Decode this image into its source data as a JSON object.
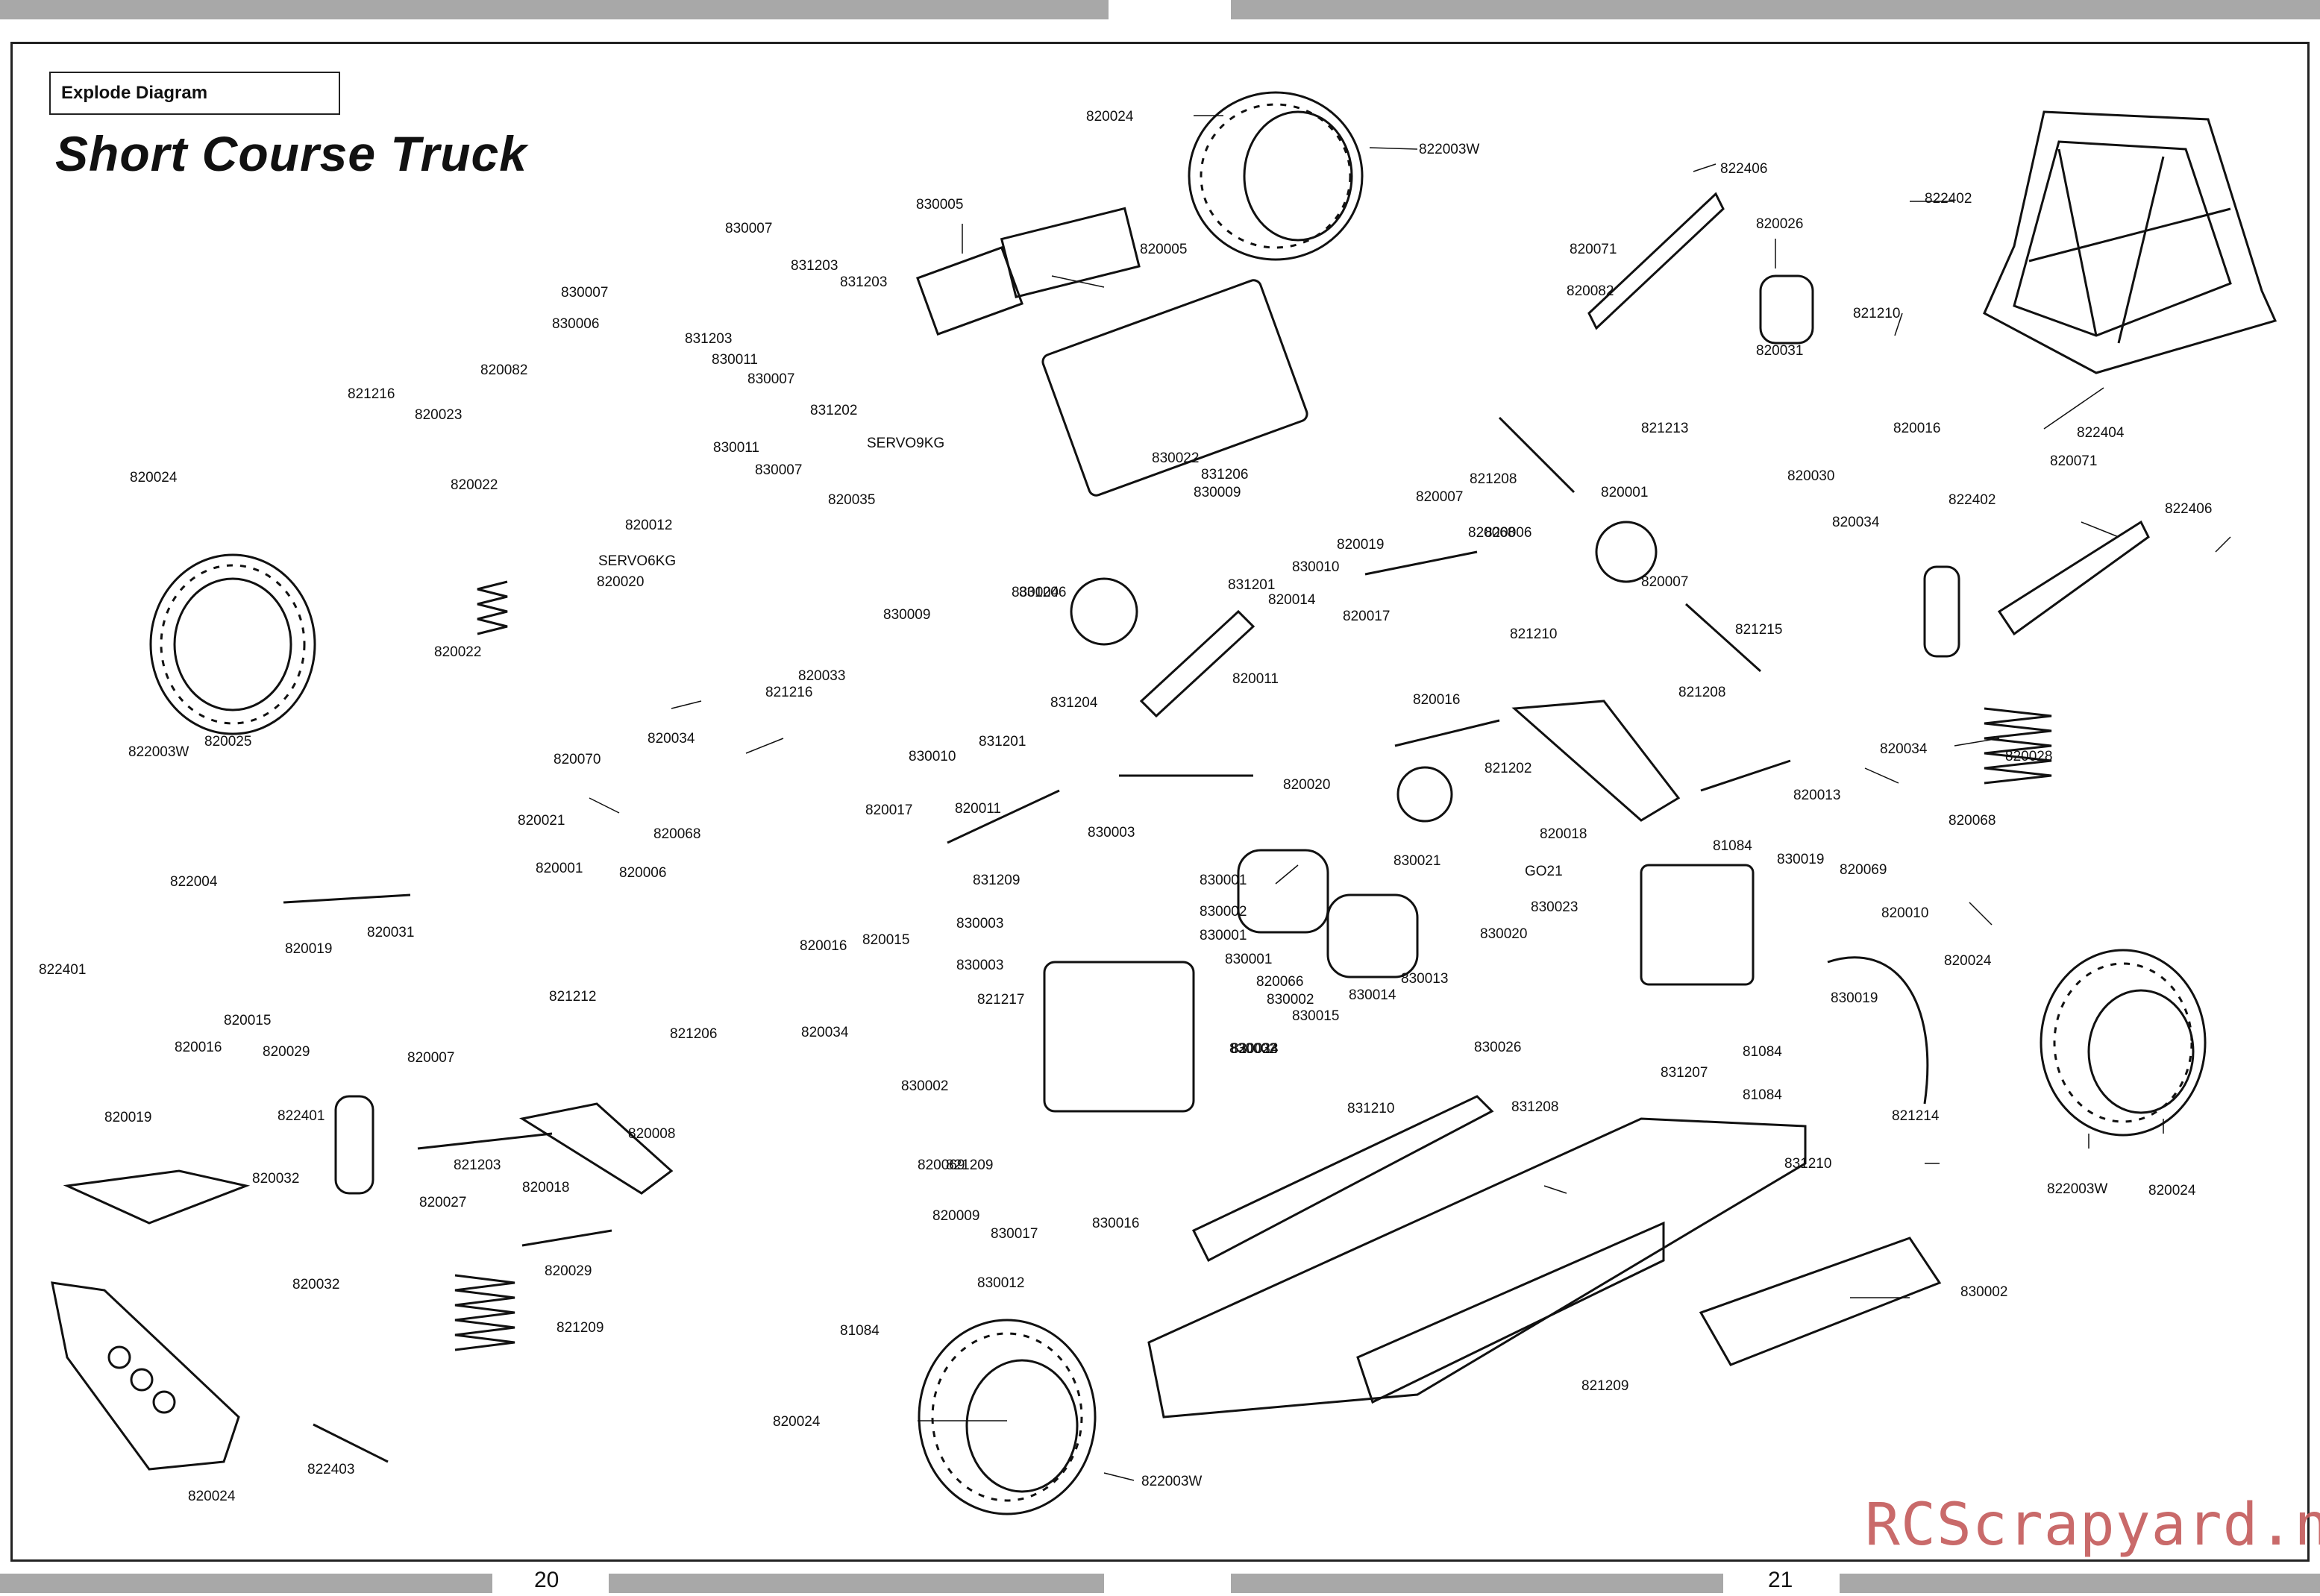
{
  "header": {
    "section_label": "Explode Diagram",
    "title": "Short Course Truck"
  },
  "footer": {
    "page_left": "20",
    "page_right": "21",
    "watermark": "RCScrapyard.net"
  },
  "colors": {
    "line": "#111111",
    "frame": "#222222",
    "bars": "#a8a8a8",
    "watermark": "#c45a5a"
  },
  "callouts": [
    "820024",
    "822003W",
    "830005",
    "830007",
    "831203",
    "830007",
    "830006",
    "831203",
    "831203",
    "830011",
    "830007",
    "831202",
    "820082",
    "821216",
    "820023",
    "820022",
    "830011",
    "830007",
    "820012",
    "820024",
    "SERVO6KG",
    "820020",
    "SERVO9KG",
    "820035",
    "820022",
    "820070",
    "820034",
    "820033",
    "821216",
    "820021",
    "822003W",
    "820025",
    "820005",
    "830009",
    "831206",
    "830004",
    "830010",
    "831201",
    "831204",
    "820011",
    "830022",
    "831206",
    "830009",
    "830010",
    "831201",
    "820014",
    "820017",
    "820016",
    "820019",
    "820007",
    "820068",
    "820006",
    "821208",
    "820082",
    "820071",
    "820026",
    "821210",
    "820031",
    "821213",
    "820016",
    "820030",
    "820034",
    "822404",
    "822402",
    "822406",
    "822402",
    "820071",
    "822406",
    "821210",
    "820007",
    "820001",
    "821215",
    "821208",
    "820034",
    "820028",
    "820013",
    "820069",
    "820010",
    "820068",
    "820024",
    "822003W",
    "820024",
    "822004",
    "822401",
    "820019",
    "820031",
    "820001",
    "821212",
    "820007",
    "820006",
    "820068",
    "820016",
    "820015",
    "820017",
    "820011",
    "831209",
    "830003",
    "830001",
    "830002",
    "830001",
    "830003",
    "830001",
    "830003",
    "820066",
    "830002",
    "830023",
    "830021",
    "GO21",
    "830023",
    "830020",
    "820020",
    "821202",
    "820018",
    "81084",
    "830019",
    "830019",
    "81084",
    "81084",
    "821214",
    "821217",
    "830002",
    "820034",
    "820034",
    "821209",
    "821206",
    "820008",
    "820069",
    "820009",
    "830017",
    "830016",
    "830012",
    "830015",
    "830014",
    "830013",
    "830026",
    "831210",
    "831208",
    "831207",
    "831210",
    "821209",
    "820015",
    "820016",
    "820032",
    "820029",
    "822401",
    "820019",
    "821203",
    "820018",
    "820029",
    "820032",
    "820027",
    "821209",
    "822403",
    "820024",
    "822003W",
    "820024",
    "81084",
    "830002",
    "830002"
  ]
}
